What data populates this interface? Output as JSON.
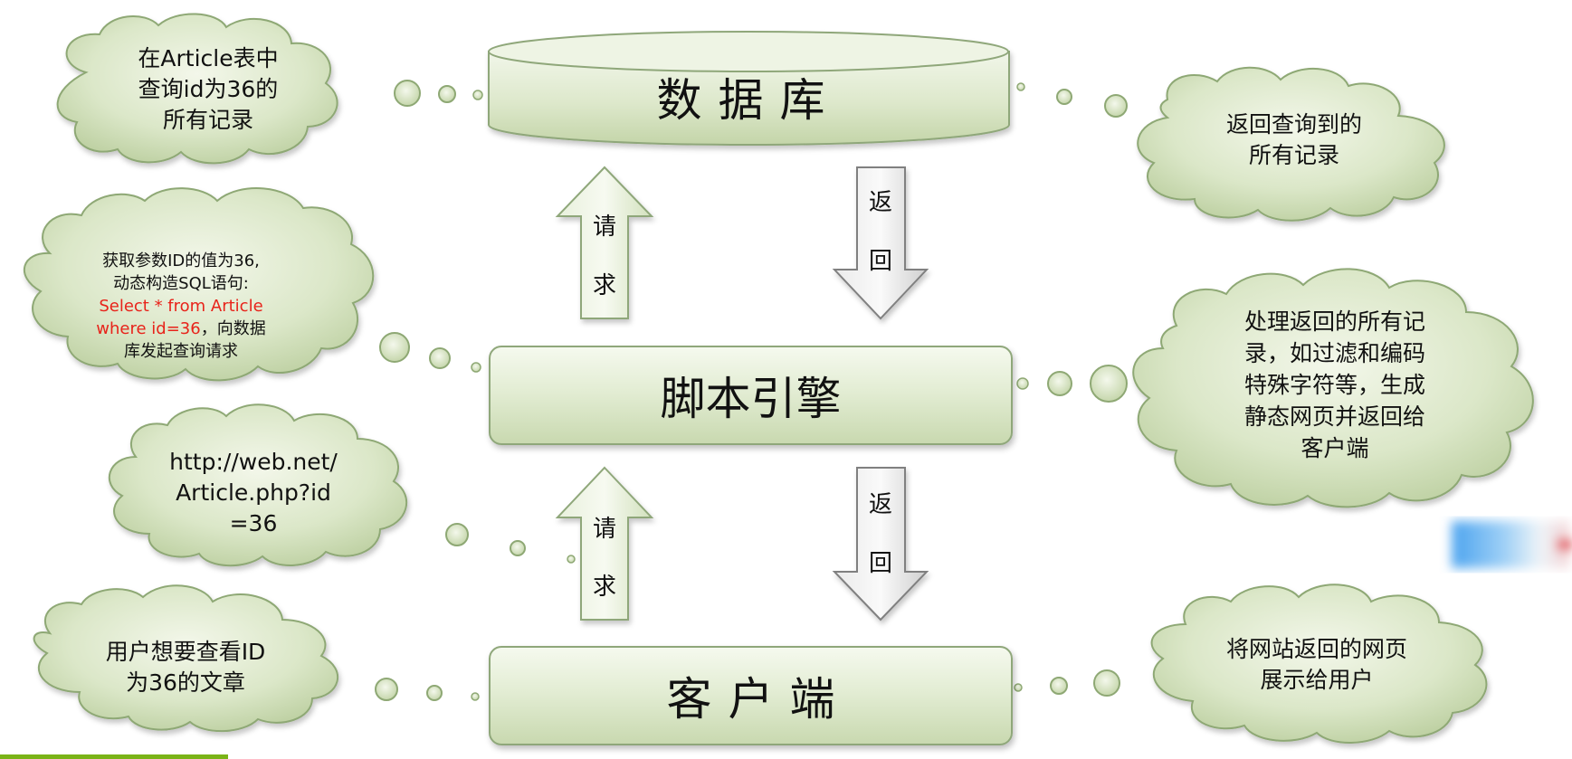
{
  "nodes": {
    "database": "数据库",
    "engine": "脚本引擎",
    "client": "客户端"
  },
  "arrows": {
    "request_label_1": "请",
    "request_label_2": "求",
    "return_label_1": "返",
    "return_label_2": "回"
  },
  "clouds": {
    "query_db": [
      "在Article表中",
      "查询id为36的",
      "所有记录"
    ],
    "return_records": [
      "返回查询到的",
      "所有记录"
    ],
    "build_sql": {
      "line1": "获取参数ID的值为36,",
      "line2": "动态构造SQL语句:",
      "sql_line1": "Select * from Article",
      "sql_line2": "where id=36",
      "line3_rest": "，向数据",
      "line4": "库发起查询请求"
    },
    "process": [
      "处理返回的所有记",
      "录，如过滤和编码",
      "特殊字符等，生成",
      "静态网页并返回给",
      "客户端"
    ],
    "url": [
      "http://web.net/",
      "Article.php?id",
      "=36"
    ],
    "user_want": [
      "用户想要查看ID",
      "为36的文章"
    ],
    "show_page": [
      "将网站返回的网页",
      "展示给用户"
    ]
  },
  "colors": {
    "node_fill_top": "#f5f9ee",
    "node_fill_bottom": "#c9d9b0",
    "node_border": "#8fa77a",
    "sql_text": "#e8231a",
    "accent_line": "#7ab317"
  }
}
